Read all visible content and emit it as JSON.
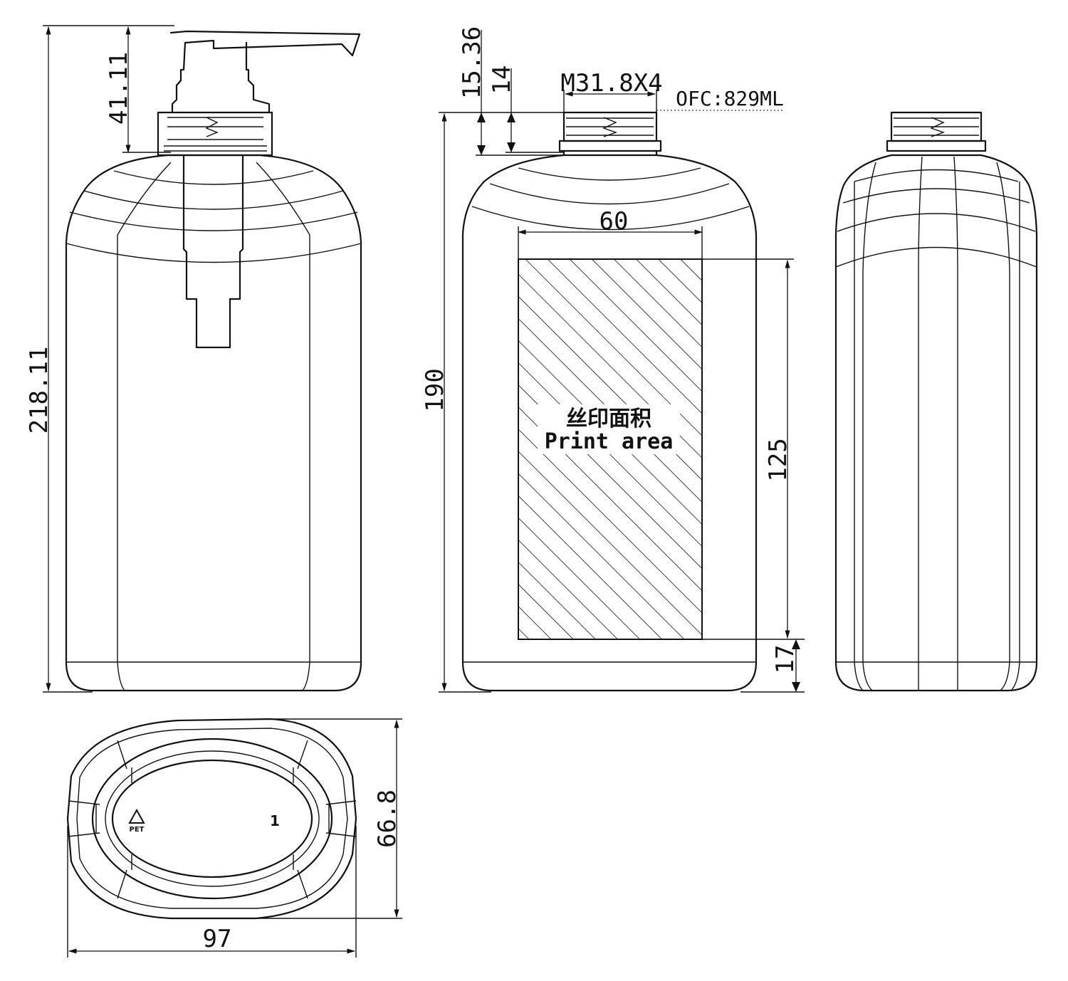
{
  "dimensions": {
    "total_height": "218.11",
    "pump_height": "41.11",
    "bottle_height": "190",
    "neck_height_1": "15.36",
    "neck_height_2": "14",
    "thread": "M31.8X4",
    "capacity": "OFC:829ML",
    "print_width": "60",
    "print_height": "125",
    "bottom_offset": "17",
    "base_depth": "66.8",
    "base_width": "97"
  },
  "print_area": {
    "label_cn": "丝印面积",
    "label_en": "Print area"
  },
  "base_marks": {
    "recycle_code": "PET",
    "cavity_number": "1"
  }
}
